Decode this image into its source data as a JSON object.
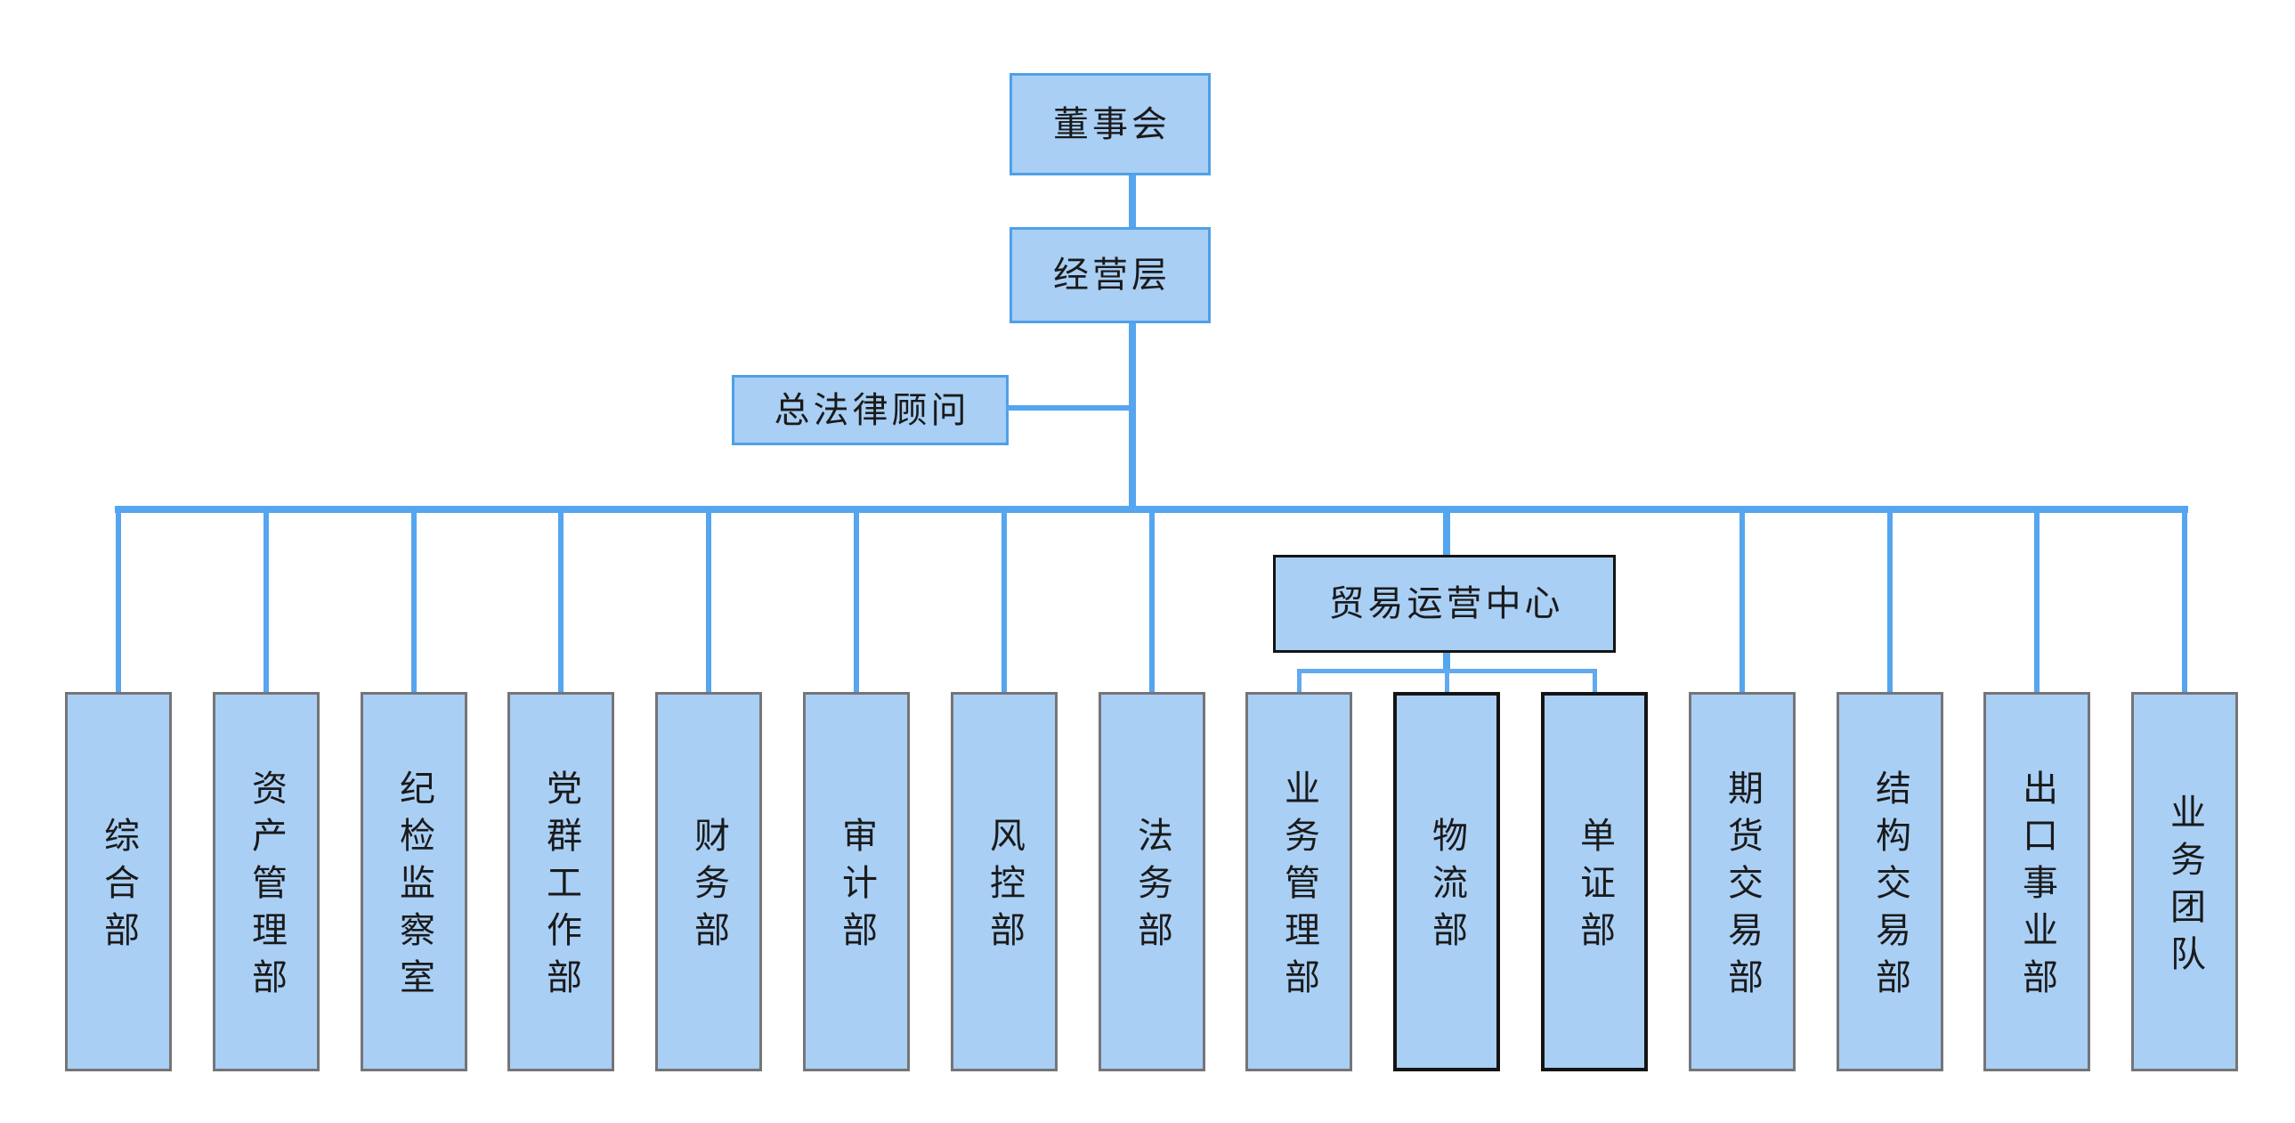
{
  "diagram": {
    "type": "org-chart",
    "board": {
      "label": "董事会"
    },
    "management": {
      "label": "经营层"
    },
    "counsel": {
      "label": "总法律顾问"
    },
    "trade_center": {
      "label": "贸易运营中心",
      "children": [
        "业务管理部",
        "物流部",
        "单证部"
      ]
    },
    "departments": [
      {
        "name": "综合部",
        "border": "gray"
      },
      {
        "name": "资产管理部",
        "border": "gray"
      },
      {
        "name": "纪检监察室",
        "border": "gray"
      },
      {
        "name": "党群工作部",
        "border": "gray"
      },
      {
        "name": "财务部",
        "border": "gray"
      },
      {
        "name": "审计部",
        "border": "gray"
      },
      {
        "name": "风控部",
        "border": "gray"
      },
      {
        "name": "法务部",
        "border": "gray"
      },
      {
        "name": "业务管理部",
        "border": "gray"
      },
      {
        "name": "物流部",
        "border": "black"
      },
      {
        "name": "单证部",
        "border": "black"
      },
      {
        "name": "期货交易部",
        "border": "gray"
      },
      {
        "name": "结构交易部",
        "border": "gray"
      },
      {
        "name": "出口事业部",
        "border": "gray"
      },
      {
        "name": "业务团队",
        "border": "gray"
      }
    ]
  },
  "colors": {
    "background": "#FFFFFF",
    "node_fill": "#A9CFF5",
    "node_border_blue": "#4FA0E8",
    "node_border_gray": "#757577",
    "node_border_black": "#141414",
    "connector_blue": "#55A5EF",
    "bracket_blue": "#61A9F0",
    "text": "#1A1A1A"
  }
}
